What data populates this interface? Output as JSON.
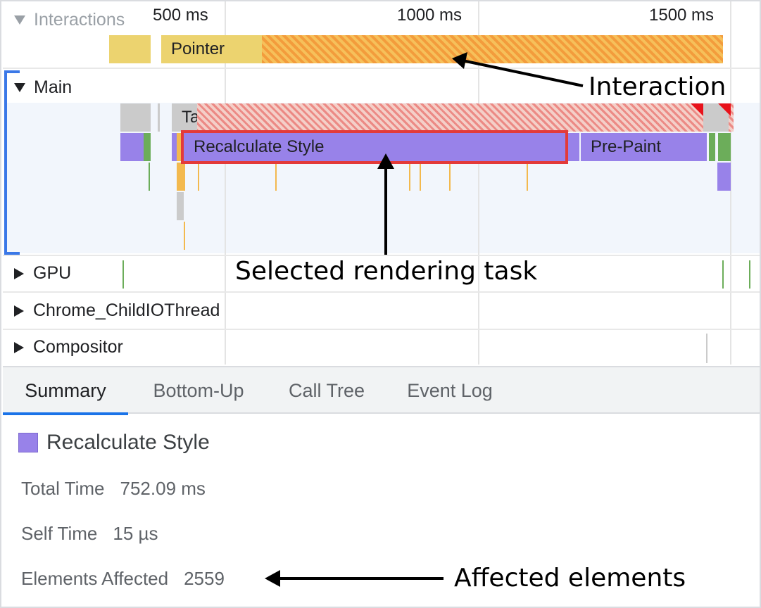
{
  "timeline": {
    "ticks": [
      "500 ms",
      "1000 ms",
      "1500 ms"
    ],
    "tracks": {
      "interactions": "Interactions",
      "main": "Main",
      "gpu": "GPU",
      "io_thread": "Chrome_ChildIOThread",
      "compositor": "Compositor"
    },
    "bars": {
      "pointer": "Pointer",
      "task": "Task",
      "recalc": "Recalculate Style",
      "prepaint": "Pre-Paint"
    }
  },
  "annotations": {
    "interaction": "Interaction",
    "selected_task": "Selected rendering task",
    "affected": "Affected elements"
  },
  "tabs": [
    "Summary",
    "Bottom-Up",
    "Call Tree",
    "Event Log"
  ],
  "summary": {
    "title": "Recalculate Style",
    "swatch_color": "#9882e9",
    "total_time_label": "Total Time",
    "total_time_value": "752.09 ms",
    "self_time_label": "Self Time",
    "self_time_value": "15 µs",
    "elements_label": "Elements Affected",
    "elements_value": "2559"
  },
  "colors": {
    "selection_border": "#e33a3a",
    "active_tab": "#1a73e8",
    "main_track_accent": "#3b78e7"
  }
}
